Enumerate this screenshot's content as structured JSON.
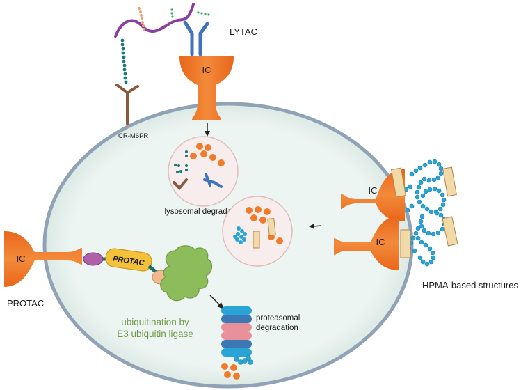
{
  "labels": {
    "lytac": "LYTAC",
    "cr_m6pr": "CR-M6PR",
    "ic": "IC",
    "lysosomal_degradation": "lysosomal degradation",
    "protac": "PROTAC",
    "protac_molecule": "PROTAC",
    "ubiquitination_line1": "ubiquitination by",
    "ubiquitination_line2": "E3 ubiquitin ligase",
    "proteasomal_line1": "proteasomal",
    "proteasomal_line2": "degradation",
    "hpma": "HPMA-based structures"
  },
  "colors": {
    "ic_orange": "#f07b2a",
    "cell_fill": "#e8f2ef",
    "cell_stroke": "#8fa2b6",
    "lysosome_fill": "#f7eded",
    "chain_purple": "#8a3fa0",
    "antibody_blue": "#3f73c0",
    "receptor_brown": "#8a5a40",
    "dot_teal": "#167a78",
    "hpma_blue": "#2aa3d6",
    "hpma_block": "#f2d9a8",
    "e3_green": "#8dbd5b",
    "ubiquitin_text": "#6f9a45",
    "protac_yellow": "#f3c23a",
    "linker_purple": "#b060a8",
    "ligand_peach": "#f4b890"
  }
}
